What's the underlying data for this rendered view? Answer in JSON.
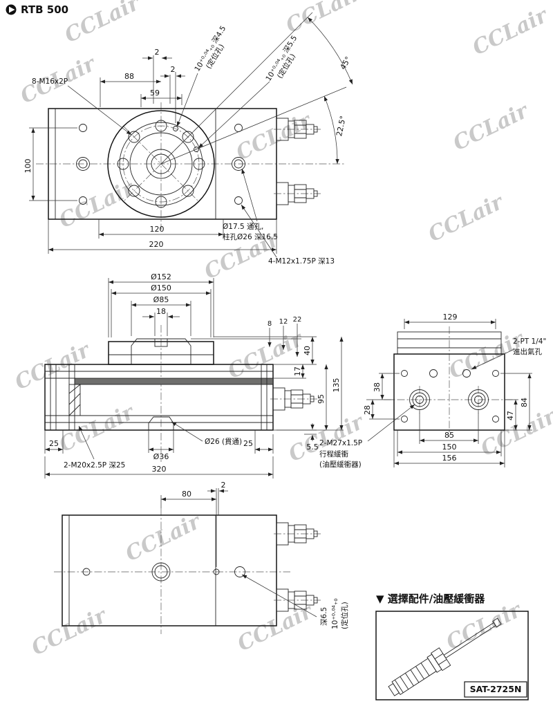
{
  "title": "RTB 500",
  "watermark": "CCLair",
  "tv": {
    "thread": "8-M16x2P",
    "d2a": "2",
    "d88": "88",
    "d59": "59",
    "d2b": "2",
    "pin_a1": "10⁺⁰·⁰⁴₊₀ 深4.5",
    "pin_a2": "(定位孔)",
    "pin_b1": "10⁺⁰·⁰⁴₊₀ 深5.5",
    "pin_b2": "(定位孔)",
    "a45": "45°",
    "a225": "22.5°",
    "d100": "100",
    "d120": "120",
    "d220": "220",
    "hole1": "Ø17.5 通孔,",
    "hole2": "柱孔Ø26 深16.5",
    "tap": "4-M12x1.75P 深13"
  },
  "fv": {
    "d152": "Ø152",
    "d150": "Ø150",
    "d85": "Ø85",
    "d18": "18",
    "d8": "8",
    "d12": "12",
    "d22": "22",
    "d40": "40",
    "d17": "17",
    "d95": "95",
    "d135": "135",
    "d25l": "25",
    "d25r": "25",
    "d26": "Ø26 (貫通)",
    "d36": "Ø36",
    "d55": "5.5",
    "tap": "2-M20x2.5P 深25",
    "d320": "320"
  },
  "sv": {
    "d129": "129",
    "port1": "2-PT 1/4\"",
    "port2": "進出氣孔",
    "d38": "38",
    "d28": "28",
    "d47": "47",
    "d84": "84",
    "d85": "85",
    "d150": "150",
    "d156": "156",
    "buf1": "2-M27x1.5P",
    "buf2": "行程緩衝",
    "buf3": "(油壓緩衝器)"
  },
  "bv": {
    "d80": "80",
    "d2": "2",
    "depth": "深6.5",
    "pin1": "10⁺⁰·⁰⁴₊₀",
    "pin2": "(定位孔)"
  },
  "acc": {
    "heading": "▼ 選擇配件/油壓緩衝器",
    "model": "SAT-2725N"
  }
}
